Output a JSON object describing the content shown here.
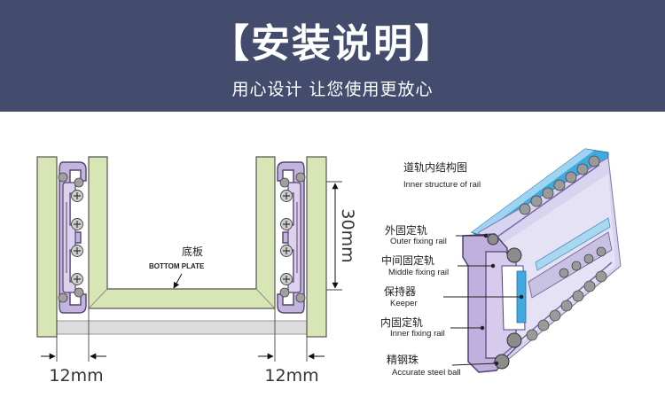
{
  "banner": {
    "title": "【安装说明】",
    "subtitle": "用心设计 让您使用更放心"
  },
  "left_diagram": {
    "board_label_zh": "底板",
    "board_label_en": "BOTTOM PLATE",
    "height_label": "30mm",
    "gap_left_label": "12mm",
    "gap_right_label": "12mm"
  },
  "right_diagram": {
    "title_zh": "道轨内结构图",
    "title_en": "Inner structure of rail",
    "parts": [
      {
        "zh": "外固定轨",
        "en": "Outer fixing rail"
      },
      {
        "zh": "中间固定轨",
        "en": "Middle fixing rail"
      },
      {
        "zh": "保持器",
        "en": "Keeper"
      },
      {
        "zh": "内固定轨",
        "en": "Inner fixing rail"
      },
      {
        "zh": "精钢珠",
        "en": "Accurate steel ball"
      }
    ]
  },
  "colors": {
    "banner": "#434c6d",
    "panel": "#d7e6b4",
    "rail": "#b6a5d4",
    "rail_blue": "#3fa9e0"
  }
}
